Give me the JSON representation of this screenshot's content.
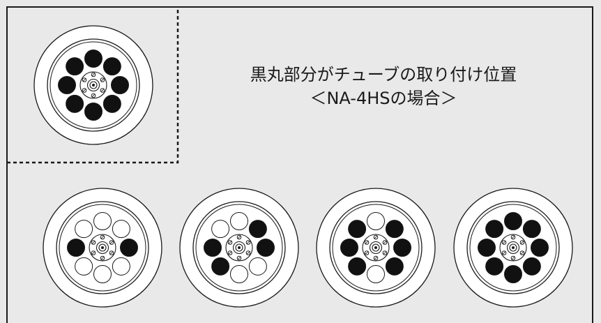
{
  "caption": {
    "line1": "黒丸部分がチューブの取り付け位置",
    "line2": "＜NA-4HSの場合＞"
  },
  "rotor_example": {
    "filled_positions": [
      0,
      1,
      2,
      3,
      4,
      5,
      6,
      7
    ]
  },
  "rotor_configurations": [
    {
      "filled_positions": [
        2,
        6
      ]
    },
    {
      "filled_positions": [
        1,
        2,
        5,
        6
      ]
    },
    {
      "filled_positions": [
        1,
        2,
        3,
        5,
        6,
        7
      ]
    },
    {
      "filled_positions": [
        0,
        1,
        2,
        3,
        4,
        5,
        6,
        7
      ]
    }
  ],
  "colors": {
    "background": "#e9e9e9",
    "line": "#1a1a1a",
    "filled_slot": "#111111",
    "empty_slot": "#ffffff"
  }
}
